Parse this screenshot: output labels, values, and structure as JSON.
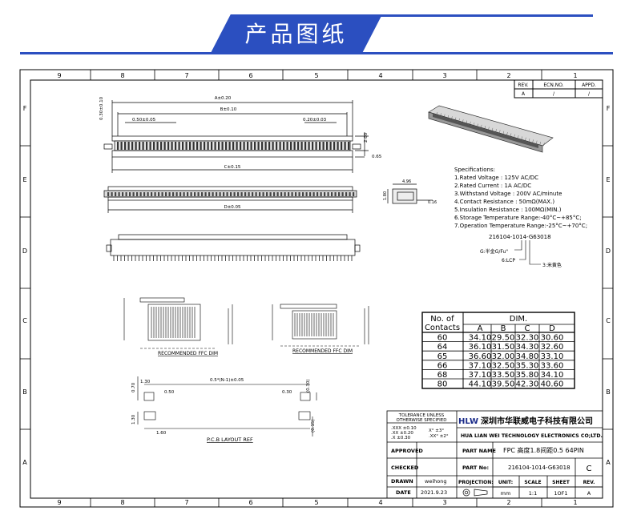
{
  "banner": {
    "title": "产品图纸"
  },
  "grid": {
    "columns": [
      "9",
      "8",
      "7",
      "6",
      "5",
      "4",
      "3",
      "2",
      "1"
    ],
    "rows": [
      "F",
      "E",
      "D",
      "C",
      "B",
      "A"
    ]
  },
  "revision": {
    "headers": [
      "REV.",
      "ECN.NO.",
      "APPD."
    ],
    "values": [
      "A",
      "/",
      "/"
    ]
  },
  "dimensions": {
    "a": "A±0.20",
    "b": "B±0.10",
    "c": "C±0.15",
    "d": "D±0.05",
    "pitch_a": "0.50±0.05",
    "pitch_b": "0.20±0.03",
    "height_left": "0.30±0.10",
    "side_h": "2.00",
    "side_small": "0.65",
    "side_view_w": "4.96",
    "side_view_h": "1.80",
    "side_view_t": "0.16"
  },
  "specs": {
    "title": "Specifications:",
    "lines": [
      "1.Rated Voltage : 125V AC/DC",
      "2.Rated Current : 1A AC/DC",
      "3.Withstand Voltage : 200V AC/minute",
      "4.Contact Resistance : 50mΩ(MAX.)",
      "5.Insulation Resistance : 100MΩ(MIN.)",
      "6.Storage Temperature Range:-40°C~+85°C;",
      "7.Operation Temperature Range:-25°C~+70°C;"
    ]
  },
  "part_code": {
    "code": "216104-1014-G63018",
    "g": "G:半金G/Fu\"",
    "lcp": "6:LCP",
    "color": "3:米黄色"
  },
  "ffc_labels": [
    "RECOMMENDED FFC DIM",
    "RECOMMENDED FFC DIM"
  ],
  "pcb": {
    "label": "P.C.B LAYOUT REF",
    "pitch": "0.5*(N-1)±0.05",
    "d130": "1.30",
    "d050": "0.50",
    "d030": "0.30",
    "d070": "0.70",
    "d030b": "(0.30)",
    "d160": "1.60",
    "d130b": "1.30",
    "d015": "(0.15)"
  },
  "dim_table": {
    "h1": "No. of",
    "h2": "Contacts",
    "dim": "DIM.",
    "cols": [
      "A",
      "B",
      "C",
      "D"
    ],
    "rows": [
      [
        "60",
        "34.10",
        "29.50",
        "32.30",
        "30.60"
      ],
      [
        "64",
        "36.10",
        "31.50",
        "34.30",
        "32.60"
      ],
      [
        "65",
        "36.60",
        "32.00",
        "34.80",
        "33.10"
      ],
      [
        "66",
        "37.10",
        "32.50",
        "35.30",
        "33.60"
      ],
      [
        "68",
        "37.10",
        "33.50",
        "35.80",
        "34.10"
      ],
      [
        "80",
        "44.10",
        "39.50",
        "42.30",
        "40.60"
      ]
    ]
  },
  "title_block": {
    "tol_title1": "TOLERANCE UNLESS",
    "tol_title2": "OTHERWISE SPECIFIED",
    "tol1": ".XXX ±0.10",
    "tol2": ".XX ±0.20",
    "tol3": ".X ±0.30",
    "ang1": "X° ±3°",
    "ang2": ".XX° ±2°",
    "company_cn": "深圳市华联威电子科技有限公司",
    "company_en": "HUA LIAN WEI TECHNOLOGY ELECTRONICS CO;LTD.",
    "logo": "HLW",
    "approved": "APPROVED",
    "checked": "CHECKED",
    "drawn": "DRAWN",
    "drawn_by": "weihong",
    "date_label": "DATE",
    "date": "2021.9.23",
    "part_name_label": "PART NAME",
    "part_name": "FPC 高度1.8间距0.5 64PIN",
    "part_no_label": "PART No:",
    "part_no": "216104-1014-G63018",
    "rev_letter": "C",
    "projection": "PROJECTION:",
    "unit": "UNIT:",
    "scale": "SCALE",
    "sheet": "SHEET",
    "rev": "REV.",
    "unit_val": "mm",
    "scale_val": "1:1",
    "sheet_val": "1OF1",
    "rev_val": "A"
  }
}
